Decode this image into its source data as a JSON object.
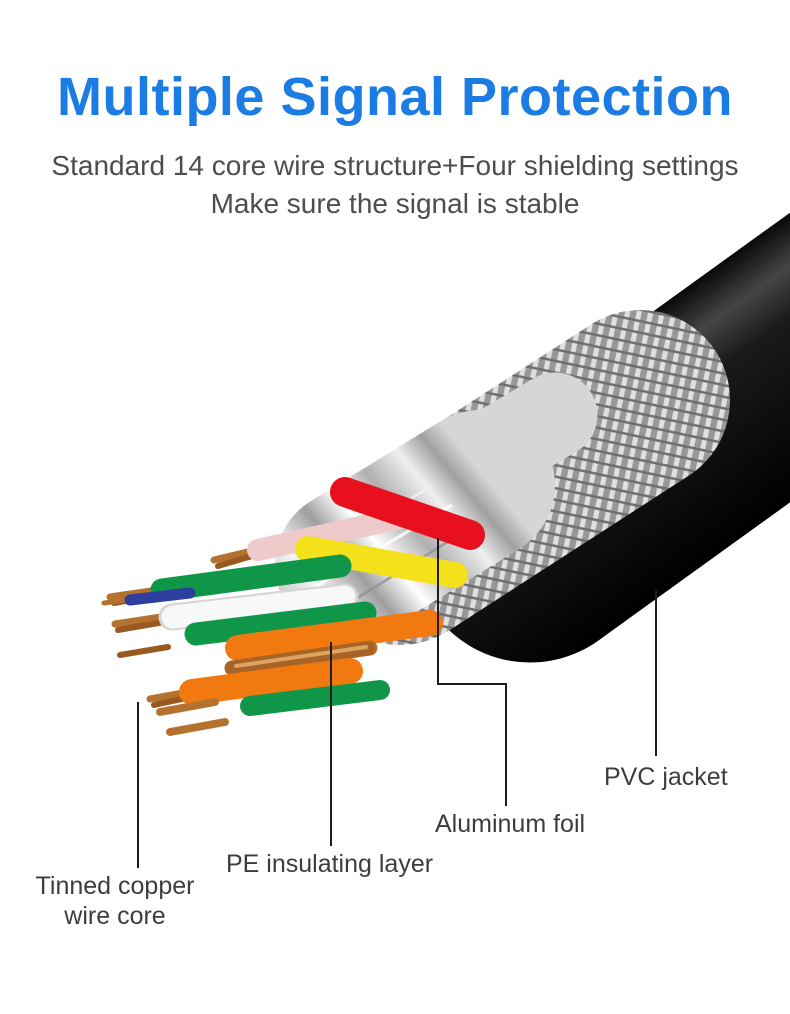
{
  "header": {
    "title": "Multiple Signal Protection",
    "title_color": "#1b7ce4",
    "subtitle_line1": "Standard 14 core wire structure+Four shielding settings",
    "subtitle_line2": "Make sure the signal is stable"
  },
  "diagram": {
    "labels": {
      "tinned_copper": {
        "line1": "Tinned copper",
        "line2": "wire core"
      },
      "pe_insulating": {
        "text": "PE insulating layer"
      },
      "aluminum_foil": {
        "text": "Aluminum foil"
      },
      "pvc_jacket": {
        "text": "PVC jacket"
      }
    },
    "colors": {
      "jacket": "#141414",
      "braid": "#a8a8a8",
      "foil": "#d8d8d8",
      "copper": "#b5722f",
      "copper_dark": "#99591f",
      "copper_light": "#dfa35f",
      "leader_line": "#1c1c1c",
      "wire_red": "#e8101e",
      "wire_yellow": "#f5e11a",
      "wire_green": "#0f9648",
      "wire_orange": "#f2790f",
      "wire_white": "#f8f8f8",
      "wire_white_edge": "#d5d5d5",
      "wire_blue": "#2c3f9d",
      "wire_pink": "#eecaca"
    }
  }
}
